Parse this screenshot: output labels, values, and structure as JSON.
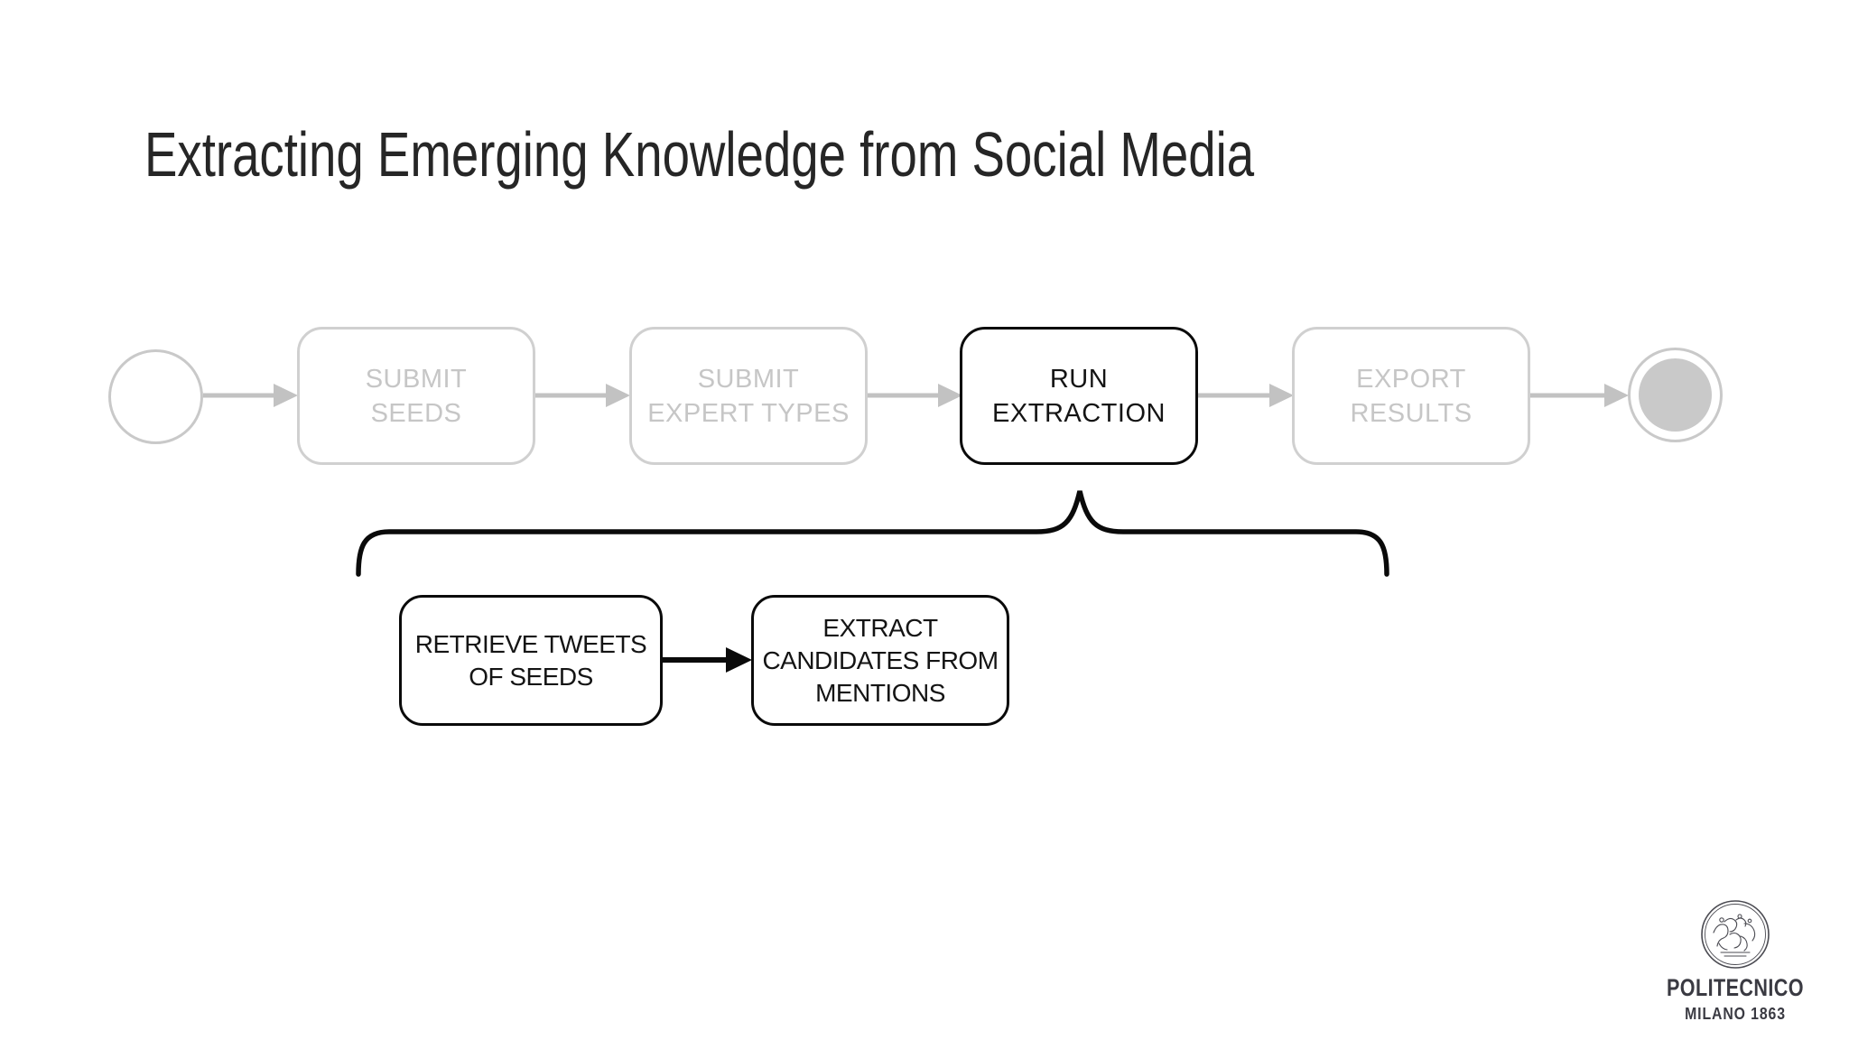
{
  "slide": {
    "title": "Extracting Emerging Knowledge from Social Media"
  },
  "workflow": {
    "description": "BPMN-style pipeline, current step highlighted",
    "steps": [
      {
        "id": "start-event",
        "type": "start-event",
        "state": "inactive"
      },
      {
        "id": "submit-seeds",
        "label": "SUBMIT\nSEEDS",
        "state": "inactive"
      },
      {
        "id": "submit-expert-types",
        "label": "SUBMIT\nEXPERT TYPES",
        "state": "inactive"
      },
      {
        "id": "run-extraction",
        "label": "RUN\nEXTRACTION",
        "state": "active"
      },
      {
        "id": "export-results",
        "label": "EXPORT\nRESULTS",
        "state": "inactive"
      },
      {
        "id": "end-event",
        "type": "end-event",
        "state": "inactive"
      }
    ]
  },
  "substeps": {
    "parent": "run-extraction",
    "items": [
      {
        "id": "retrieve-tweets",
        "label": "RETRIEVE TWEETS\nOF SEEDS"
      },
      {
        "id": "extract-candidates",
        "label": "EXTRACT\nCANDIDATES FROM\nMENTIONS"
      }
    ]
  },
  "footer": {
    "brand": "POLITECNICO",
    "brand_sub": "MILANO 1863"
  },
  "colors": {
    "background": "#ffffff",
    "inactive_border": "#d0d0d0",
    "inactive_text": "#c6c6c6",
    "inactive_arrow": "#c2c2c2",
    "active_stroke": "#0a0a0a",
    "active_text": "#141414",
    "title_text": "#262626",
    "logo_ink": "#3a3a42",
    "end_event_fill": "#c9c9c9"
  }
}
